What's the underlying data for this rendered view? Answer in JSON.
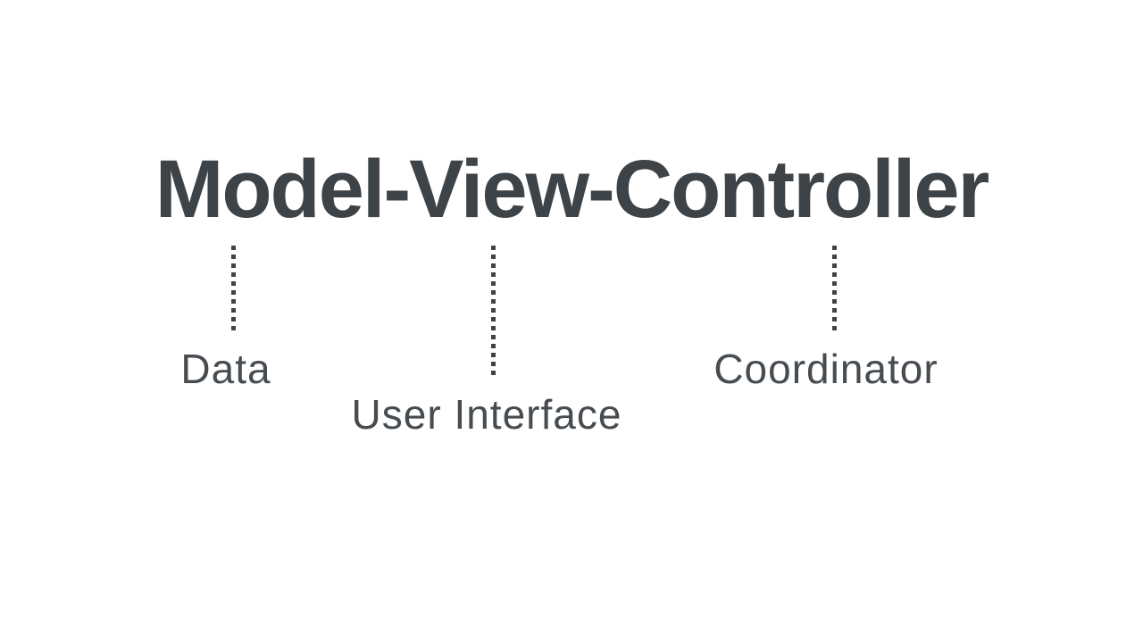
{
  "colors": {
    "background": "#ffffff",
    "ink": "#3e4347",
    "label_ink": "#474c51"
  },
  "title": {
    "text": "Model-View-Controller"
  },
  "annotations": [
    {
      "component": "model",
      "label": "Data"
    },
    {
      "component": "view",
      "label": "User Interface"
    },
    {
      "component": "controller",
      "label": "Coordinator"
    }
  ]
}
